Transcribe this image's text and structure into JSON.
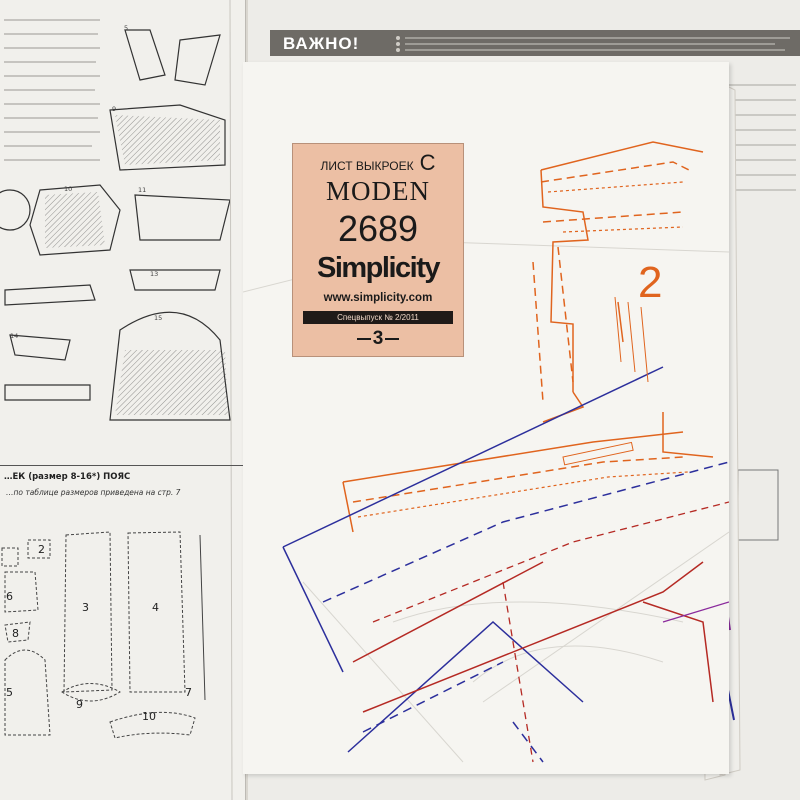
{
  "header": {
    "important_label": "ВАЖНО!"
  },
  "label_card": {
    "sheet_label": "ЛИСТ ВЫКРОЕК",
    "sheet_letter": "C",
    "brand": "MODEN",
    "pattern_number": "2689",
    "maker": "Simplicity",
    "website": "www.simplicity.com",
    "issue": "Спецвыпуск № 2/2011",
    "page_number": "3"
  },
  "pattern_sheet": {
    "piece_number": "2"
  },
  "left_page": {
    "section_title": "…ЕК (размер 8-16*) ПОЯС",
    "subtitle": "…по таблице размеров приведена на стр. 7",
    "piece_numbers": [
      "2",
      "6",
      "3",
      "4",
      "8",
      "5",
      "9",
      "10",
      "7"
    ],
    "step_numbers": [
      "5",
      "9",
      "10",
      "11",
      "13",
      "14",
      "15"
    ]
  },
  "colors": {
    "label_background": "#ecbfa4",
    "pattern_orange": "#e0641e",
    "pattern_blue": "#2c2f9c",
    "pattern_red": "#b52a24",
    "header_bar": "#6e6b66"
  }
}
